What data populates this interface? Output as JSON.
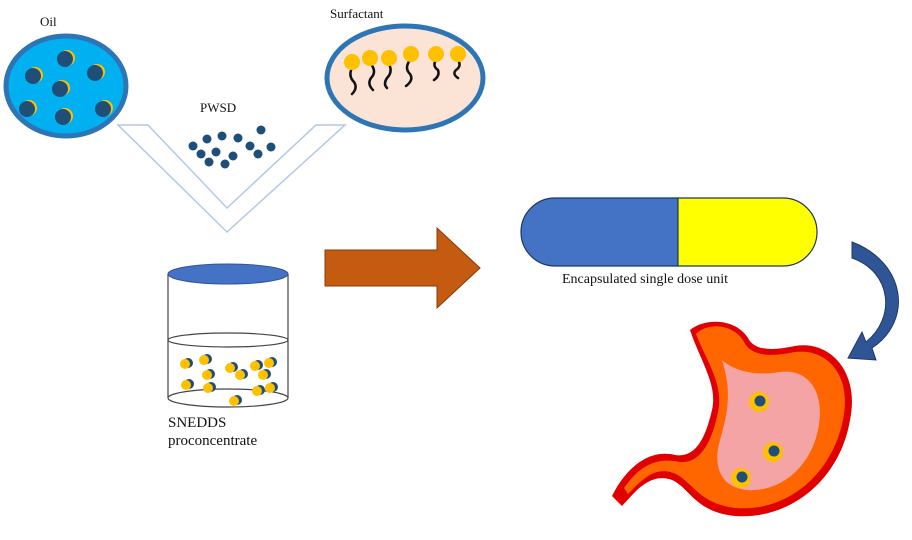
{
  "labels": {
    "oil": "Oil",
    "surfactant": "Surfactant",
    "pwsd": "PWSD",
    "capsule": "Encapsulated single dose unit",
    "snedds_line1": "SNEDDS",
    "snedds_line2": "proconcentrate"
  },
  "colors": {
    "oil_fill": "#00b0f0",
    "oil_ring": "#2e75b6",
    "droplet": "#1f4e79",
    "droplet_accent": "#ffc000",
    "surfactant_fill": "#fbe4d5",
    "surfactant_head": "#ffc000",
    "capsule_left": "#4472c4",
    "capsule_right": "#ffff00",
    "arrow": "#c55a11",
    "curved_arrow": "#2f5597",
    "stomach_outer": "#ff6600",
    "stomach_inner": "#f4a4a4",
    "stomach_edge": "#e00000"
  }
}
